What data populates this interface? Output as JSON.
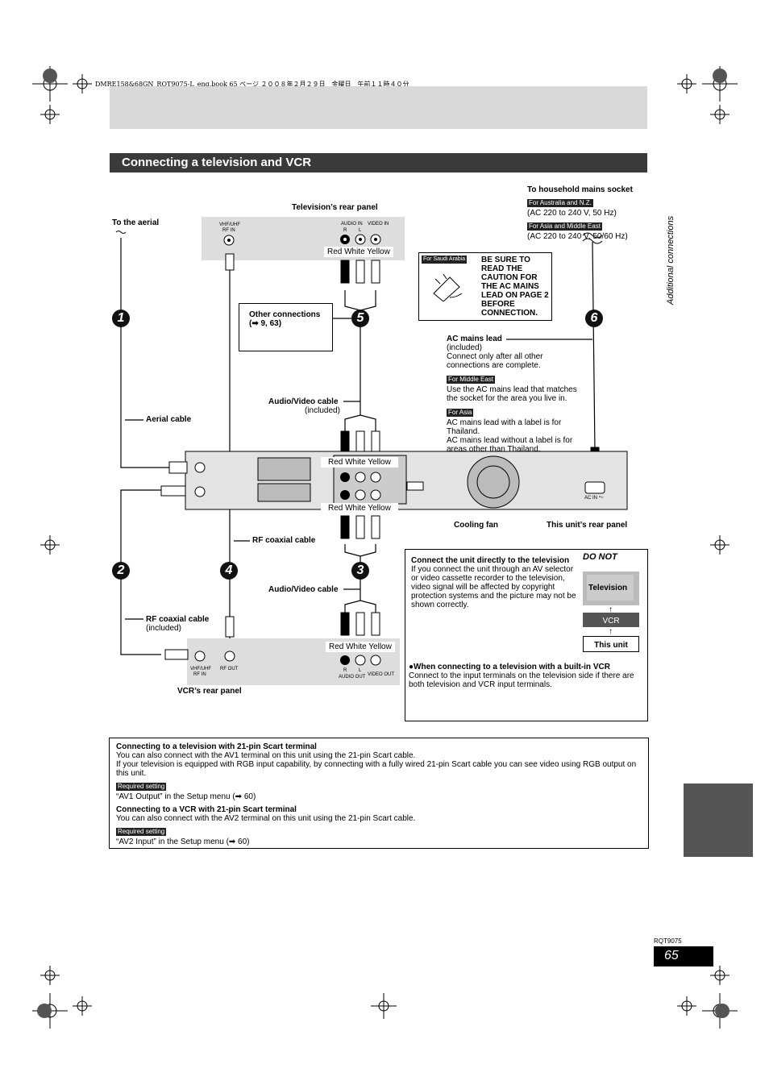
{
  "header_meta": "DMRE158&68GN_RQT9075-L_eng.book  65 ページ  ２００８年２月２９日　金曜日　午前１１時４０分",
  "section_title": "Connecting a television and VCR",
  "side_label": "Additional connections",
  "diagram": {
    "to_aerial": "To the aerial",
    "tv_panel_label": "Television’s rear panel",
    "tv_vhf": "VHF/UHF",
    "tv_rf_in": "RF IN",
    "tv_audio_in": "AUDIO IN",
    "tv_video_in": "VIDEO IN",
    "r": "R",
    "l": "L",
    "rwy_1": "Red  White  Yellow",
    "rwy_2": "Red  White  Yellow",
    "rwy_3": "Red  White  Yellow",
    "rwy_4": "Red  White  Yellow",
    "other_connections": "Other connections",
    "other_connections_ref": "(➡ 9, 63)",
    "av_cable_1": "Audio/Video cable",
    "included": "(included)",
    "aerial_cable": "Aerial cable",
    "rf_coaxial_cable": "RF coaxial cable",
    "av_cable_2": "Audio/Video cable",
    "rf_coaxial_cable_included": "RF coaxial cable",
    "vcr_vhf": "VHF/UHF",
    "vcr_rf_in": "RF IN",
    "vcr_rf_out": "RF OUT",
    "vcr_audio_out": "AUDIO OUT",
    "vcr_video_out": "VIDEO OUT",
    "vcr_panel_label": "VCR’s rear panel",
    "cooling_fan": "Cooling fan",
    "unit_panel_label": "This unit’s rear panel",
    "ac_in": "AC IN ～",
    "numbers": [
      "1",
      "2",
      "3",
      "4",
      "5",
      "6"
    ]
  },
  "mains": {
    "title": "To household mains socket",
    "tag_aus": "For Australia and N.Z.",
    "aus_spec": "(AC 220 to 240 V, 50 Hz)",
    "tag_asia_me": "For Asia and Middle East",
    "asia_me_spec": "(AC 220 to 240 V, 50/60 Hz)",
    "tag_saudi": "For Saudi Arabia",
    "caution": "BE SURE TO READ THE CAUTION FOR THE AC MAINS LEAD ON PAGE 2 BEFORE CONNECTION.",
    "lead_title": "AC mains lead",
    "lead_included": "(included)",
    "lead_note": "Connect only after all other connections are complete.",
    "tag_me": "For Middle East",
    "me_text": "Use the AC mains lead that matches the socket for the area you live in.",
    "tag_asia": "For Asia",
    "asia_text_1": "AC mains lead with a label is for Thailand.",
    "asia_text_2": "AC mains lead without a label is for areas other than Thailand."
  },
  "donot_box": {
    "title": "Connect the unit directly to the television",
    "donot": "DO NOT",
    "text": "If you connect the unit through an AV selector or video cassette recorder to the television, video signal will be affected by copyright protection systems and the picture may not be shown correctly.",
    "television": "Television",
    "vcr": "VCR",
    "this_unit": "This unit",
    "builtin_title": "●When connecting to a television with a built-in VCR",
    "builtin_text": "Connect to the input terminals on the television side if there are both television and VCR input terminals."
  },
  "scart_box": {
    "tv_title": "Connecting to a television with 21-pin Scart terminal",
    "tv_text_1": "You can also connect with the AV1 terminal on this unit using the 21-pin Scart cable.",
    "tv_text_2": "If your television is equipped with RGB input capability, by connecting with a fully wired 21-pin Scart cable you can see video using RGB output on this unit.",
    "required_1": "Required setting",
    "tv_setting": "“AV1 Output” in the Setup menu (➡ 60)",
    "vcr_title": "Connecting to a VCR with 21-pin Scart terminal",
    "vcr_text": "You can also connect with the AV2 terminal on this unit using the 21-pin Scart cable.",
    "required_2": "Required setting",
    "vcr_setting": "“AV2 Input” in the Setup menu (➡ 60)"
  },
  "footer": {
    "code": "RQT9075",
    "page": "65"
  }
}
